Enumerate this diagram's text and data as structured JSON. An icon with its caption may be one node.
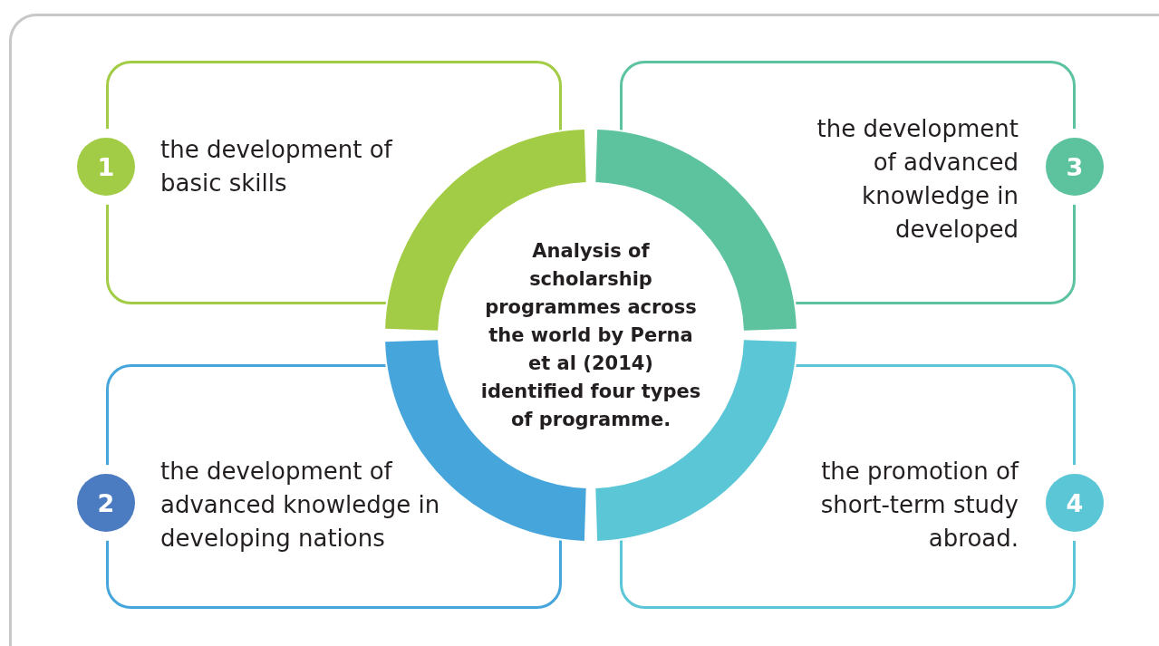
{
  "diagram": {
    "nodes": [
      {
        "text": [
          "the development of basic skills"
        ]
      },
      {
        "text": [
          "1"
        ]
      },
      {
        "text": [
          "the development of advanced knowledge in developed"
        ]
      },
      {
        "text": [
          "3"
        ]
      },
      {
        "text": [
          "Analysis of scholarship programmes across the world by Perna et al (2014) identified four types of programme."
        ]
      },
      {
        "text": [
          "the development of advanced knowledge in developing nations"
        ]
      },
      {
        "text": [
          "2"
        ]
      },
      {
        "text": [
          "the promotion of short-term study abroad."
        ]
      },
      {
        "text": [
          "4"
        ]
      }
    ],
    "edges": []
  }
}
